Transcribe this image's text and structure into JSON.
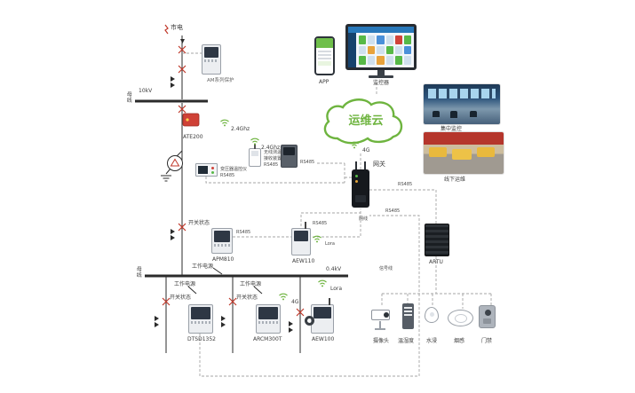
{
  "colors": {
    "accent_green": "#6eb43f",
    "breaker_red": "#c0392b",
    "line_dark": "#2b2b2b",
    "comm_dashed": "#a5a5a5"
  },
  "labels": {
    "mains": "市电",
    "hv": "10kV",
    "bus_top": "母线",
    "relay": "AM系列保护",
    "ate200": "ATE200",
    "ghz_a": "2.4Ghz",
    "ghz_b": "2.4Ghz",
    "rx_line1": "无线测温",
    "rx_line2": "接收装置",
    "rx_line3": "RS485",
    "rx_meter_rs485": "RS485",
    "txc_line1": "变压器温控仪",
    "txc_line2": "RS485",
    "switch_state_1": "开关状态",
    "switch_state_2": "开关状态",
    "switch_state_3": "开关状态",
    "work_power_1": "工作电源",
    "work_power_2": "工作电源",
    "work_power_3": "工作电源",
    "apm810": "APM810",
    "apm810_rs485": "RS485",
    "aew110": "AEW110",
    "aew110_rs485": "RS485",
    "aew110_lora": "Lora",
    "bus_bottom": "母线",
    "lv": "0.4kV",
    "dtsd1352": "DTSD1352",
    "arcm300t": "ARCM300T",
    "branch_4g": "4G",
    "aew100": "AEW100",
    "branch_lora": "Lora",
    "gateway": "网关",
    "net_cable": "网线",
    "rs485_right_1": "RS485",
    "rs485_right_2": "RS485",
    "artu": "ARTU",
    "signal_line": "信号线",
    "cloud_4g": "4G",
    "app": "APP",
    "monitor": "监控器",
    "cloud": "运维云",
    "photo_top_caption": "集中监控",
    "photo_bottom_caption": "线下运维"
  },
  "sensors": [
    {
      "label": "摄像头"
    },
    {
      "label": "温湿度"
    },
    {
      "label": "水浸"
    },
    {
      "label": "烟感"
    },
    {
      "label": "门禁"
    }
  ]
}
